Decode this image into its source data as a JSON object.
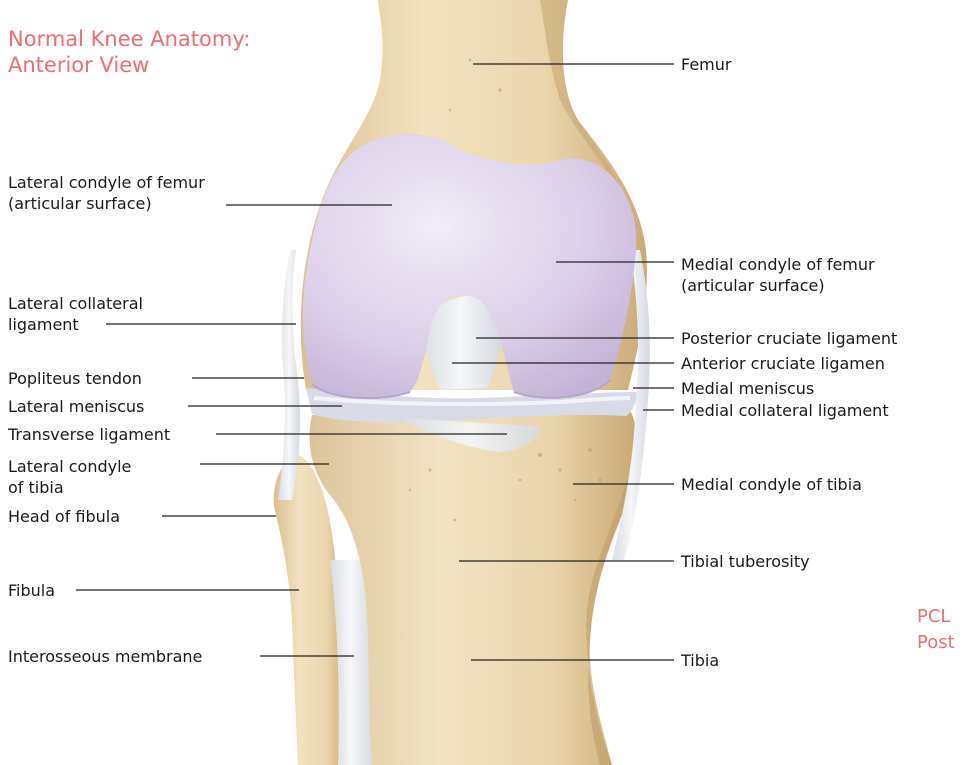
{
  "title": {
    "line1": "Normal Knee Anatomy:",
    "line2": "Anterior View"
  },
  "corner_text": {
    "line1": "PCL",
    "line2": "Post"
  },
  "labels": {
    "femur": "Femur",
    "lateral_condyle_femur": {
      "line1": "Lateral condyle of femur",
      "line2": "(articular surface)"
    },
    "medial_condyle_femur": {
      "line1": "Medial condyle of femur",
      "line2": "(articular surface)"
    },
    "lateral_collateral_ligament": {
      "line1": "Lateral collateral",
      "line2": "ligament"
    },
    "posterior_cruciate_ligament": "Posterior cruciate ligament",
    "anterior_cruciate_ligament": "Anterior cruciate ligamen",
    "popliteus_tendon": "Popliteus tendon",
    "medial_meniscus": "Medial meniscus",
    "lateral_meniscus": "Lateral meniscus",
    "medial_collateral_ligament": "Medial collateral ligament",
    "transverse_ligament": "Transverse ligament",
    "lateral_condyle_tibia": {
      "line1": "Lateral condyle",
      "line2": "of tibia"
    },
    "medial_condyle_tibia": "Medial condyle of tibia",
    "head_of_fibula": "Head of fibula",
    "tibial_tuberosity": "Tibial tuberosity",
    "fibula": "Fibula",
    "interosseous_membrane": "Interosseous membrane",
    "tibia": "Tibia"
  },
  "colors": {
    "bone": "#e9d6ad",
    "bone_shadow": "#cdb183",
    "cartilage": "#dcd0e8",
    "ligament": "#ebeef2",
    "title": "#ee6d6d",
    "leader_line": "#222222"
  }
}
